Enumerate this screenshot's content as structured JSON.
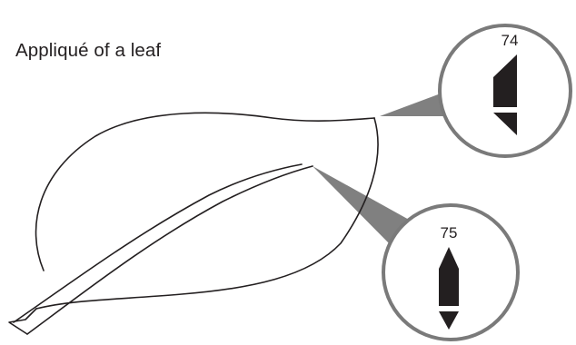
{
  "title": "Appliqué of a leaf",
  "callouts": [
    {
      "number": "74",
      "icon": "half-arrow-stitch-icon"
    },
    {
      "number": "75",
      "icon": "double-point-stitch-icon"
    }
  ],
  "colors": {
    "outline": "#231f20",
    "pointer": "#808080",
    "circle_stroke": "#7a7a7a",
    "glyph_fill": "#231f20"
  }
}
